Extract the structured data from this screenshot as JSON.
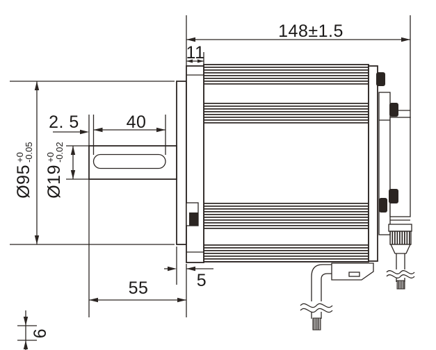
{
  "drawing": {
    "labels": {
      "overall_length": "148±1.5",
      "flange_thickness": "11",
      "keyway_offset": "2. 5",
      "keyway_length": "40",
      "shaft_length": "55",
      "spigot_depth": "5",
      "key_height": "6",
      "spigot_diameter": {
        "nominal": "Ø95",
        "tol_upper": "+0",
        "tol_lower": "-0.05"
      },
      "shaft_diameter": {
        "nominal": "Ø19",
        "tol_upper": "+0",
        "tol_lower": "-0.02"
      }
    },
    "colors": {
      "line": "#2b2522",
      "text": "#1c1a19",
      "background": "#ffffff"
    }
  }
}
